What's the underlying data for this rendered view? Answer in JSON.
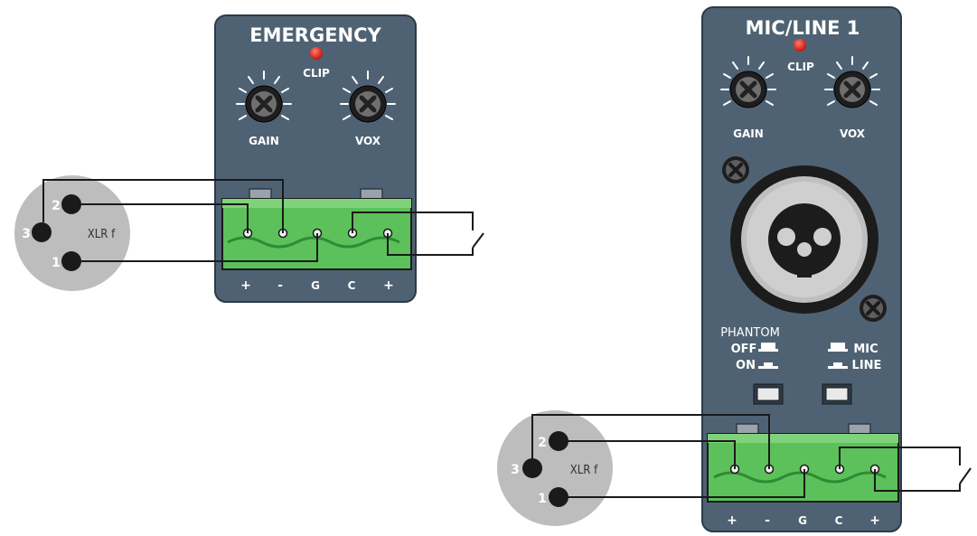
{
  "modules": {
    "emergency": {
      "title": "EMERGENCY",
      "clip_label": "CLIP",
      "knob_left": "GAIN",
      "knob_right": "VOX",
      "terminals": [
        "+",
        "-",
        "G",
        "C",
        "+"
      ],
      "xlr": {
        "label": "XLR f",
        "pins": [
          "2",
          "3",
          "1"
        ]
      }
    },
    "micline": {
      "title": "MIC/LINE 1",
      "clip_label": "CLIP",
      "knob_left": "GAIN",
      "knob_right": "VOX",
      "phantom_title": "PHANTOM",
      "phantom_off": "OFF",
      "phantom_on": "ON",
      "mic": "MIC",
      "line": "LINE",
      "terminals": [
        "+",
        "-",
        "G",
        "C",
        "+"
      ],
      "xlr": {
        "label": "XLR f",
        "pins": [
          "2",
          "3",
          "1"
        ]
      }
    }
  },
  "colors": {
    "panel": "#4f6273",
    "panel_edge": "#2c3b49",
    "terminal_green": "#5cc15a",
    "terminal_dark": "#2f8a34",
    "clip_led": "#e3241b",
    "xlr_body": "#bdbdbd",
    "wire": "#1a1a1a"
  }
}
